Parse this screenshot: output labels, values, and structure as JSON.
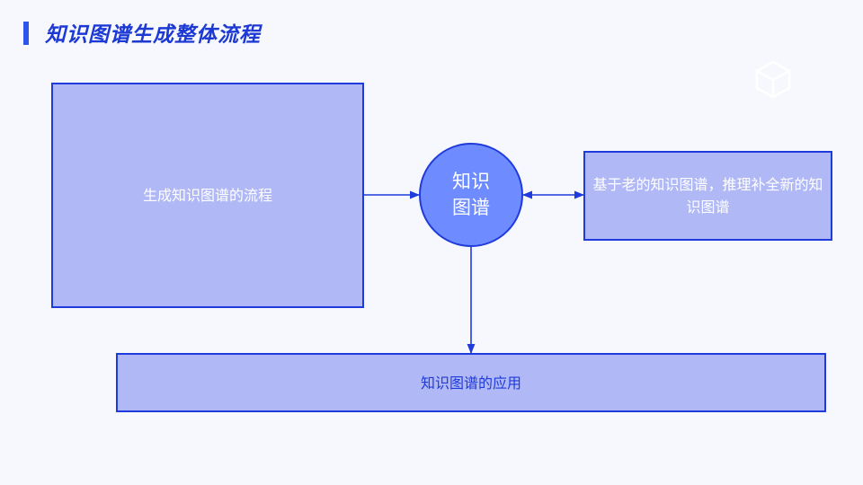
{
  "title": "知识图谱生成整体流程",
  "nodes": {
    "process": "生成知识图谱的流程",
    "center": "知识图谱",
    "infer": "基于老的知识图谱，推理补全新的知识图谱",
    "application": "知识图谱的应用"
  },
  "colors": {
    "accent": "#1f3bdb",
    "box_fill": "#b0b8f6",
    "circle_fill": "#6e8cff",
    "background": "#f7f8fd"
  },
  "icons": {
    "logo": "cube-icon"
  }
}
